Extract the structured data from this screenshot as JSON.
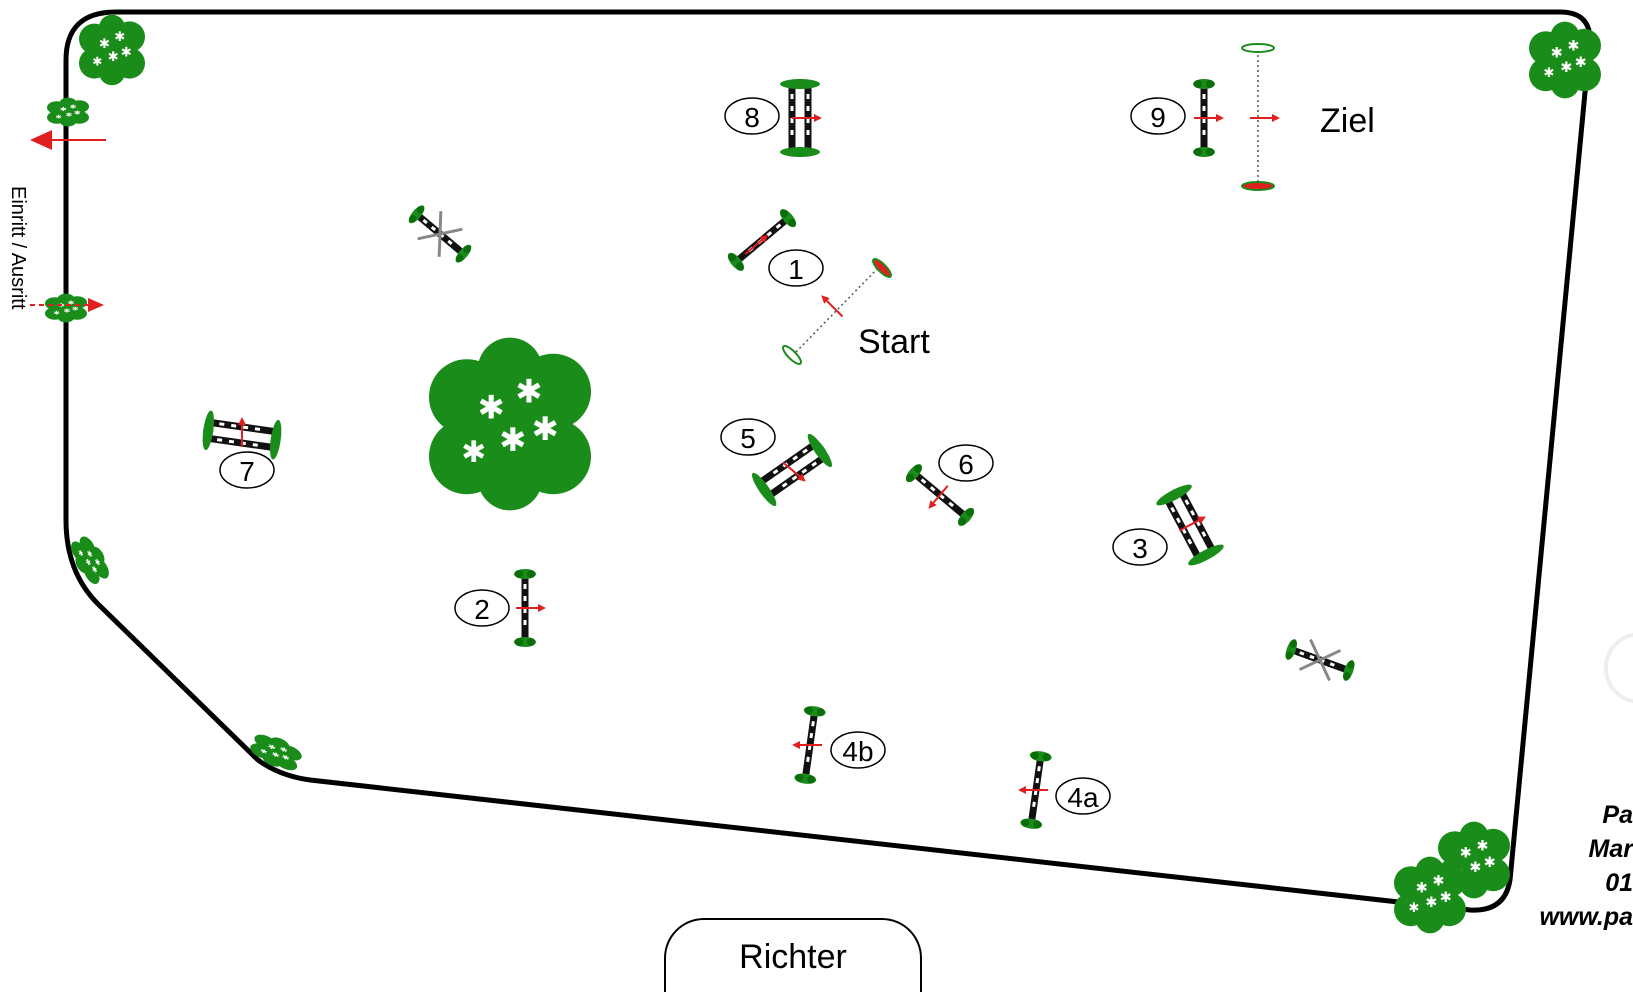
{
  "course": {
    "start_label": "Start",
    "finish_label": "Ziel",
    "entry_label": "Einritt / Ausritt",
    "judge_label": "Richter",
    "obstacle_numbers": [
      "1",
      "2",
      "3",
      "4a",
      "4b",
      "5",
      "6",
      "7",
      "8",
      "9"
    ],
    "credit_lines": [
      "Pa",
      "Mar",
      "01",
      "www.pa"
    ]
  },
  "colors": {
    "arena_border": "#000000",
    "hedge_green": "#1a8c1a",
    "hedge_dark": "#0b6e0b",
    "arrow_red": "#e02020",
    "pole_black": "#111111"
  },
  "icons": [
    "shrub-icon",
    "jump-icon",
    "arrow-icon",
    "flag-icon"
  ]
}
